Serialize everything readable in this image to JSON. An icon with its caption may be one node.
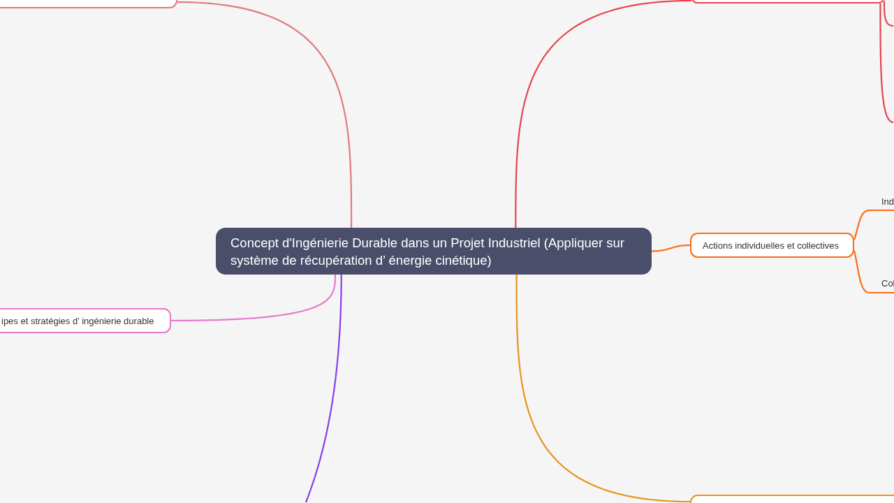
{
  "diagram": {
    "nodes": [
      {
        "text": [
          "Concept d'Ingénierie Durable dans un Projet Industriel (Appliquer sur système de récupération d’ énergie cinétique)"
        ]
      },
      {
        "text": [],
        "shape": "box"
      },
      {
        "text": [],
        "shape": "box"
      },
      {
        "text": [
          "Actions individuelles et collectives"
        ]
      },
      {
        "text": [
          "Ind"
        ]
      },
      {
        "text": [
          "Col"
        ]
      },
      {
        "text": [
          "ipes et stratégies d’ ingénierie durable"
        ]
      },
      {
        "text": [],
        "shape": "box"
      }
    ],
    "edges": [
      {
        "from": 0,
        "to": 1,
        "arrow": "none",
        "color": "#e07a7e"
      },
      {
        "from": 0,
        "to": 2,
        "arrow": "none",
        "color": "#e8434f"
      },
      {
        "from": 0,
        "to": 3,
        "arrow": "none",
        "color": "#ff6a17"
      },
      {
        "from": 3,
        "to": 4,
        "arrow": "none",
        "color": "#ff6a17"
      },
      {
        "from": 3,
        "to": 5,
        "arrow": "none",
        "color": "#ff6a17"
      },
      {
        "from": 0,
        "to": 6,
        "arrow": "none",
        "color": "#e67acb"
      },
      {
        "from": 0,
        "to": 7,
        "arrow": "none",
        "color": "#e8931f"
      },
      {
        "from": 0,
        "to": null,
        "arrow": "none",
        "color": "#8c3cf0"
      },
      {
        "from": 2,
        "to": null,
        "arrow": "none",
        "color": "#e8434f"
      },
      {
        "from": 2,
        "to": null,
        "arrow": "none",
        "color": "#e8434f"
      }
    ]
  }
}
